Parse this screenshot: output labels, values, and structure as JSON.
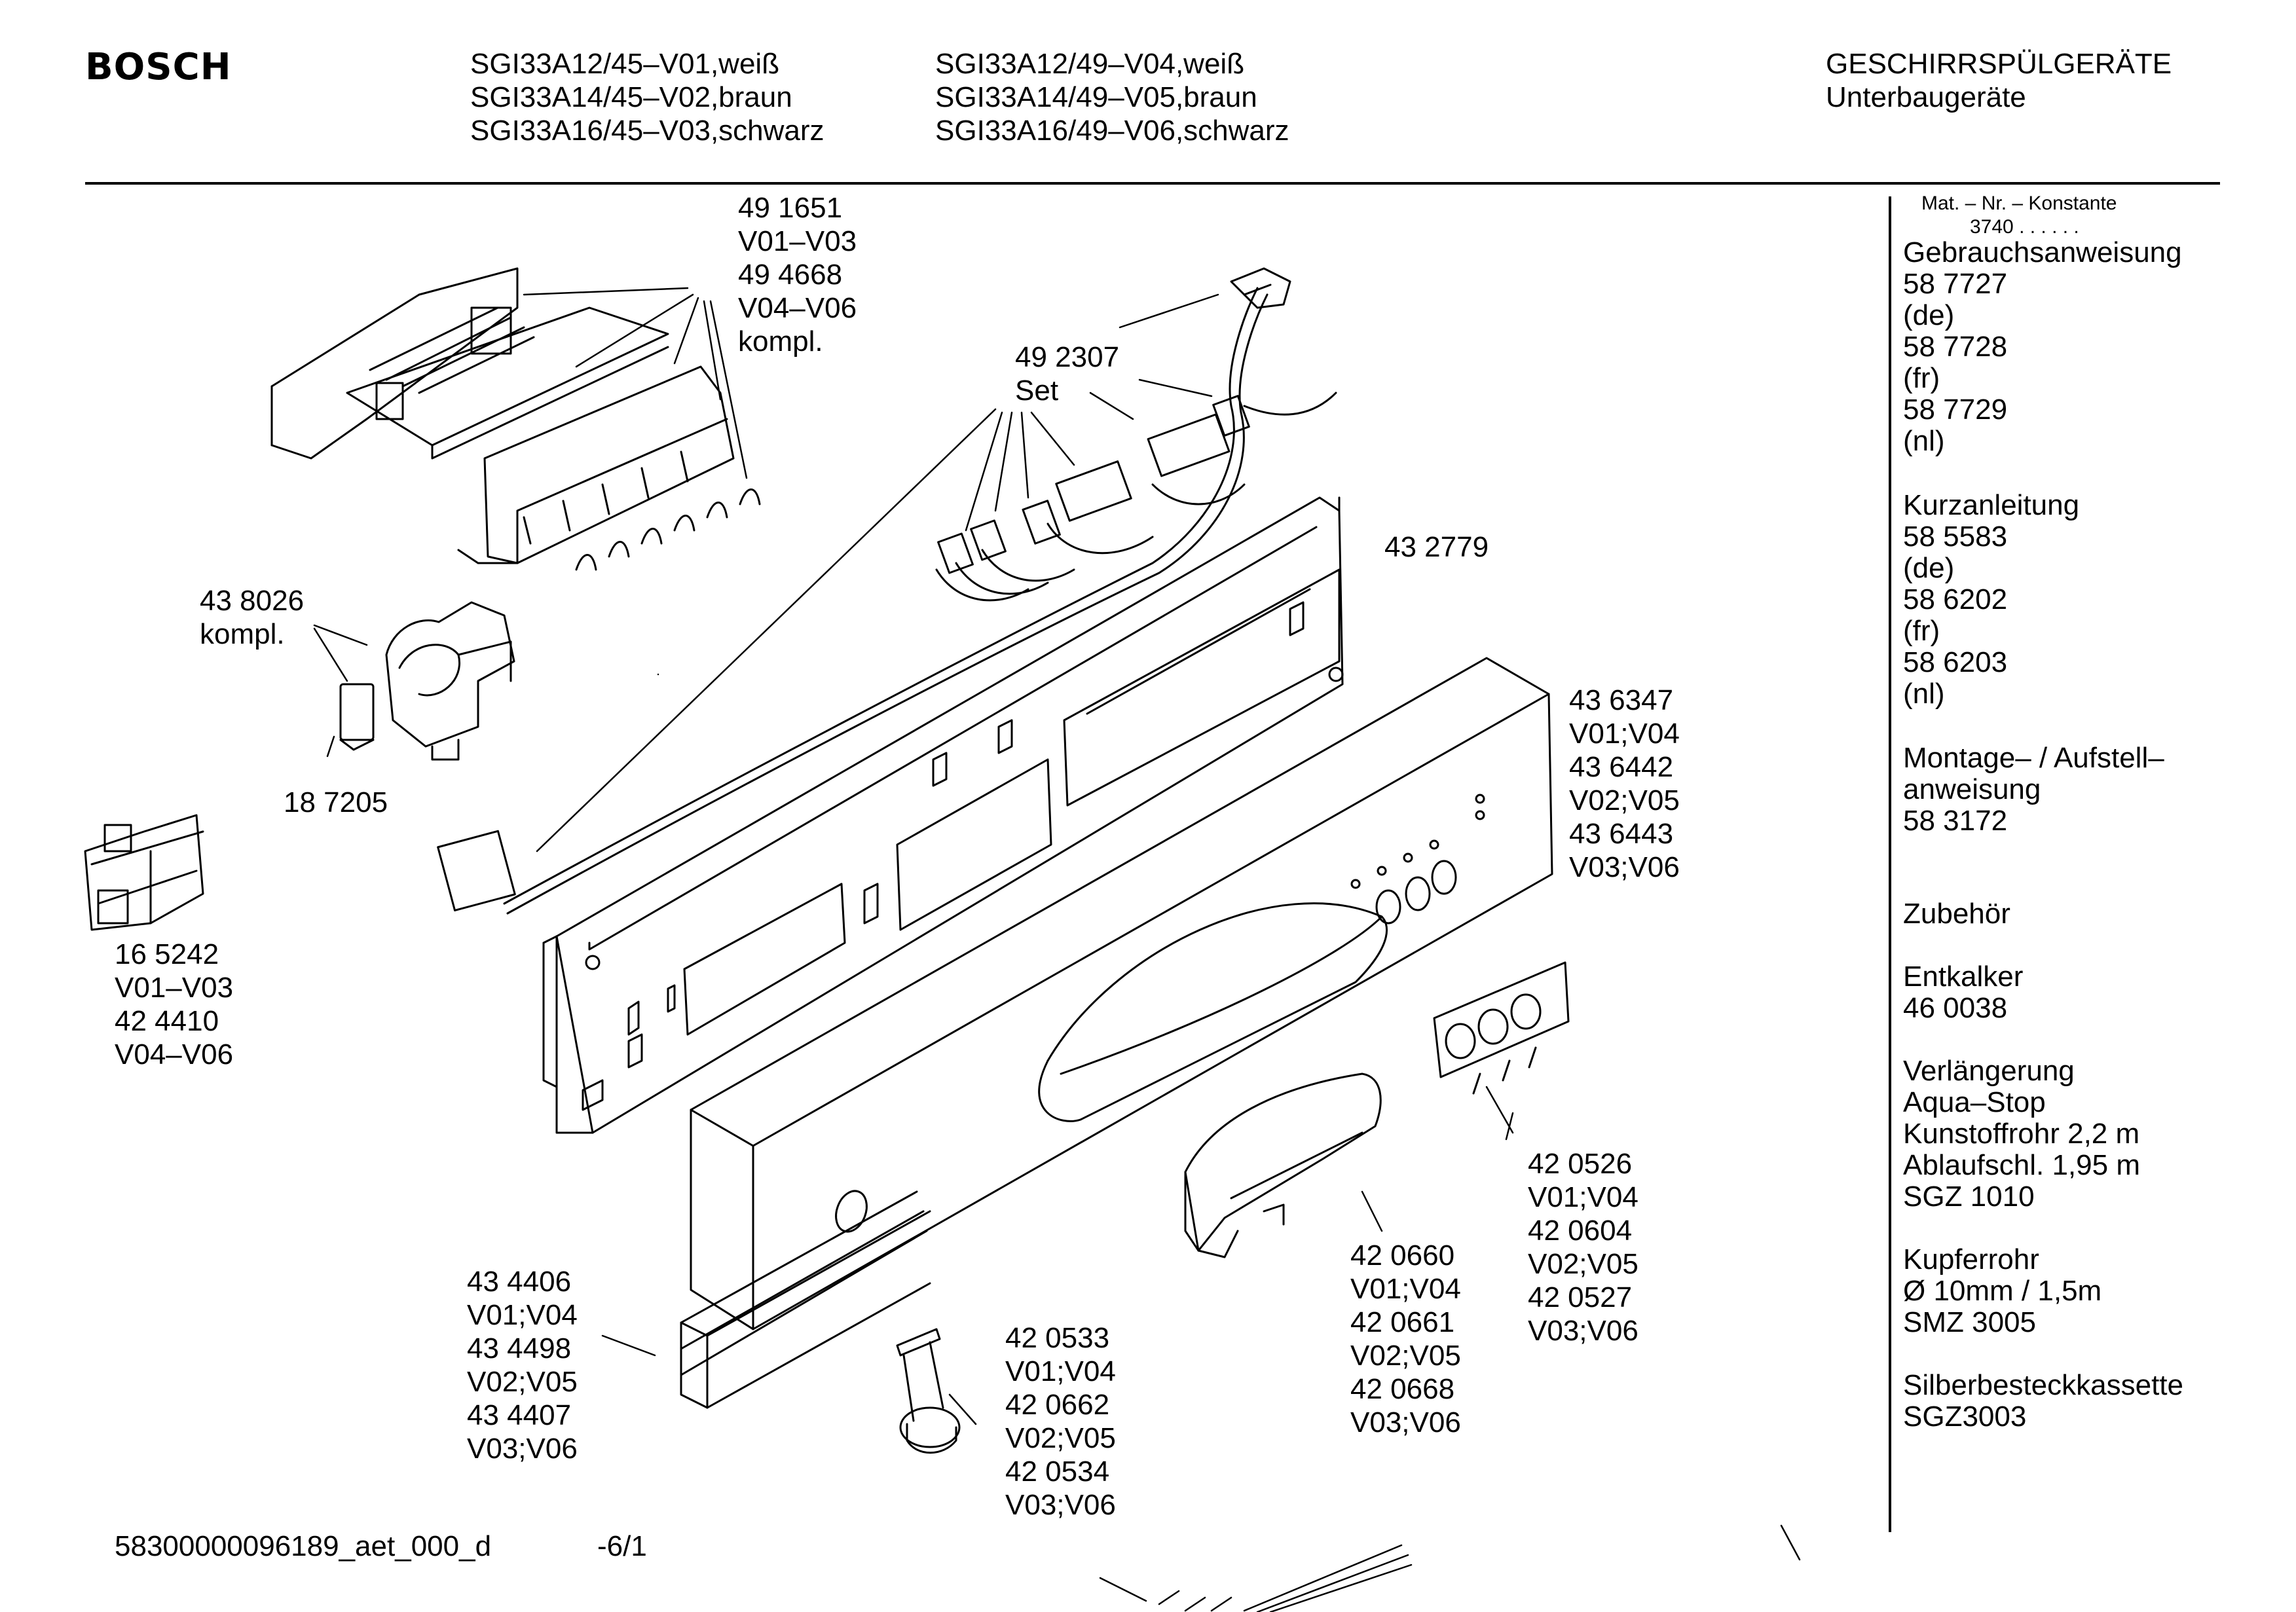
{
  "header": {
    "brand": "BOSCH",
    "models_col1": [
      "SGI33A12/45–V01,weiß",
      "SGI33A14/45–V02,braun",
      "SGI33A16/45–V03,schwarz"
    ],
    "models_col2": [
      "SGI33A12/49–V04,weiß",
      "SGI33A14/49–V05,braun",
      "SGI33A16/49–V06,schwarz"
    ],
    "category": [
      "GESCHIRRSPÜLGERÄTE",
      "Unterbaugeräte"
    ]
  },
  "part_labels": {
    "control_module": [
      "49 1651",
      "V01–V03",
      "49 4668",
      "V04–V06",
      "kompl."
    ],
    "wiring_set": [
      "49 2307",
      "Set"
    ],
    "frame": [
      "43 2779"
    ],
    "door_lock": [
      "43 8026",
      "kompl."
    ],
    "filter": [
      "18 7205"
    ],
    "switch": [
      "16 5242",
      "V01–V03",
      "42 4410",
      "V04–V06"
    ],
    "front_panel": [
      "43 6347",
      "V01;V04",
      "43 6442",
      "V02;V05",
      "43 6443",
      "V03;V06"
    ],
    "buttons": [
      "42 0526",
      "V01;V04",
      "42 0604",
      "V02;V05",
      "42 0527",
      "V03;V06"
    ],
    "handle": [
      "42 0660",
      "V01;V04",
      "42 0661",
      "V02;V05",
      "42 0668",
      "V03;V06"
    ],
    "knob": [
      "42 0533",
      "V01;V04",
      "42 0662",
      "V02;V05",
      "42 0534",
      "V03;V06"
    ],
    "strips": [
      "43 4406",
      "V01;V04",
      "43 4498",
      "V02;V05",
      "43 4407",
      "V03;V06"
    ]
  },
  "sidebar": {
    "mat_nr": "Mat. – Nr. – Konstante",
    "mat_value": "3740 . .   . . . .",
    "blocks": [
      [
        "Gebrauchsanweisung",
        "58 7727",
        "(de)",
        "58 7728",
        "(fr)",
        "58 7729",
        "(nl)"
      ],
      [
        "Kurzanleitung",
        "58 5583",
        "(de)",
        "58 6202",
        "(fr)",
        "58 6203",
        "(nl)"
      ],
      [
        "Montage– / Aufstell–",
        "anweisung",
        "58 3172"
      ],
      [
        "Zubehör"
      ],
      [
        "Entkalker",
        "46 0038"
      ],
      [
        "Verlängerung",
        "Aqua–Stop",
        "Kunstoffrohr 2,2 m",
        "Ablaufschl. 1,95 m",
        "SGZ 1010"
      ],
      [
        "Kupferrohr",
        "Ø 10mm / 1,5m",
        "SMZ 3005"
      ],
      [
        "Silberbesteckkassette",
        "SGZ3003"
      ]
    ]
  },
  "footer": {
    "doc_id": "58300000096189_aet_000_d",
    "page": "-6/1"
  }
}
